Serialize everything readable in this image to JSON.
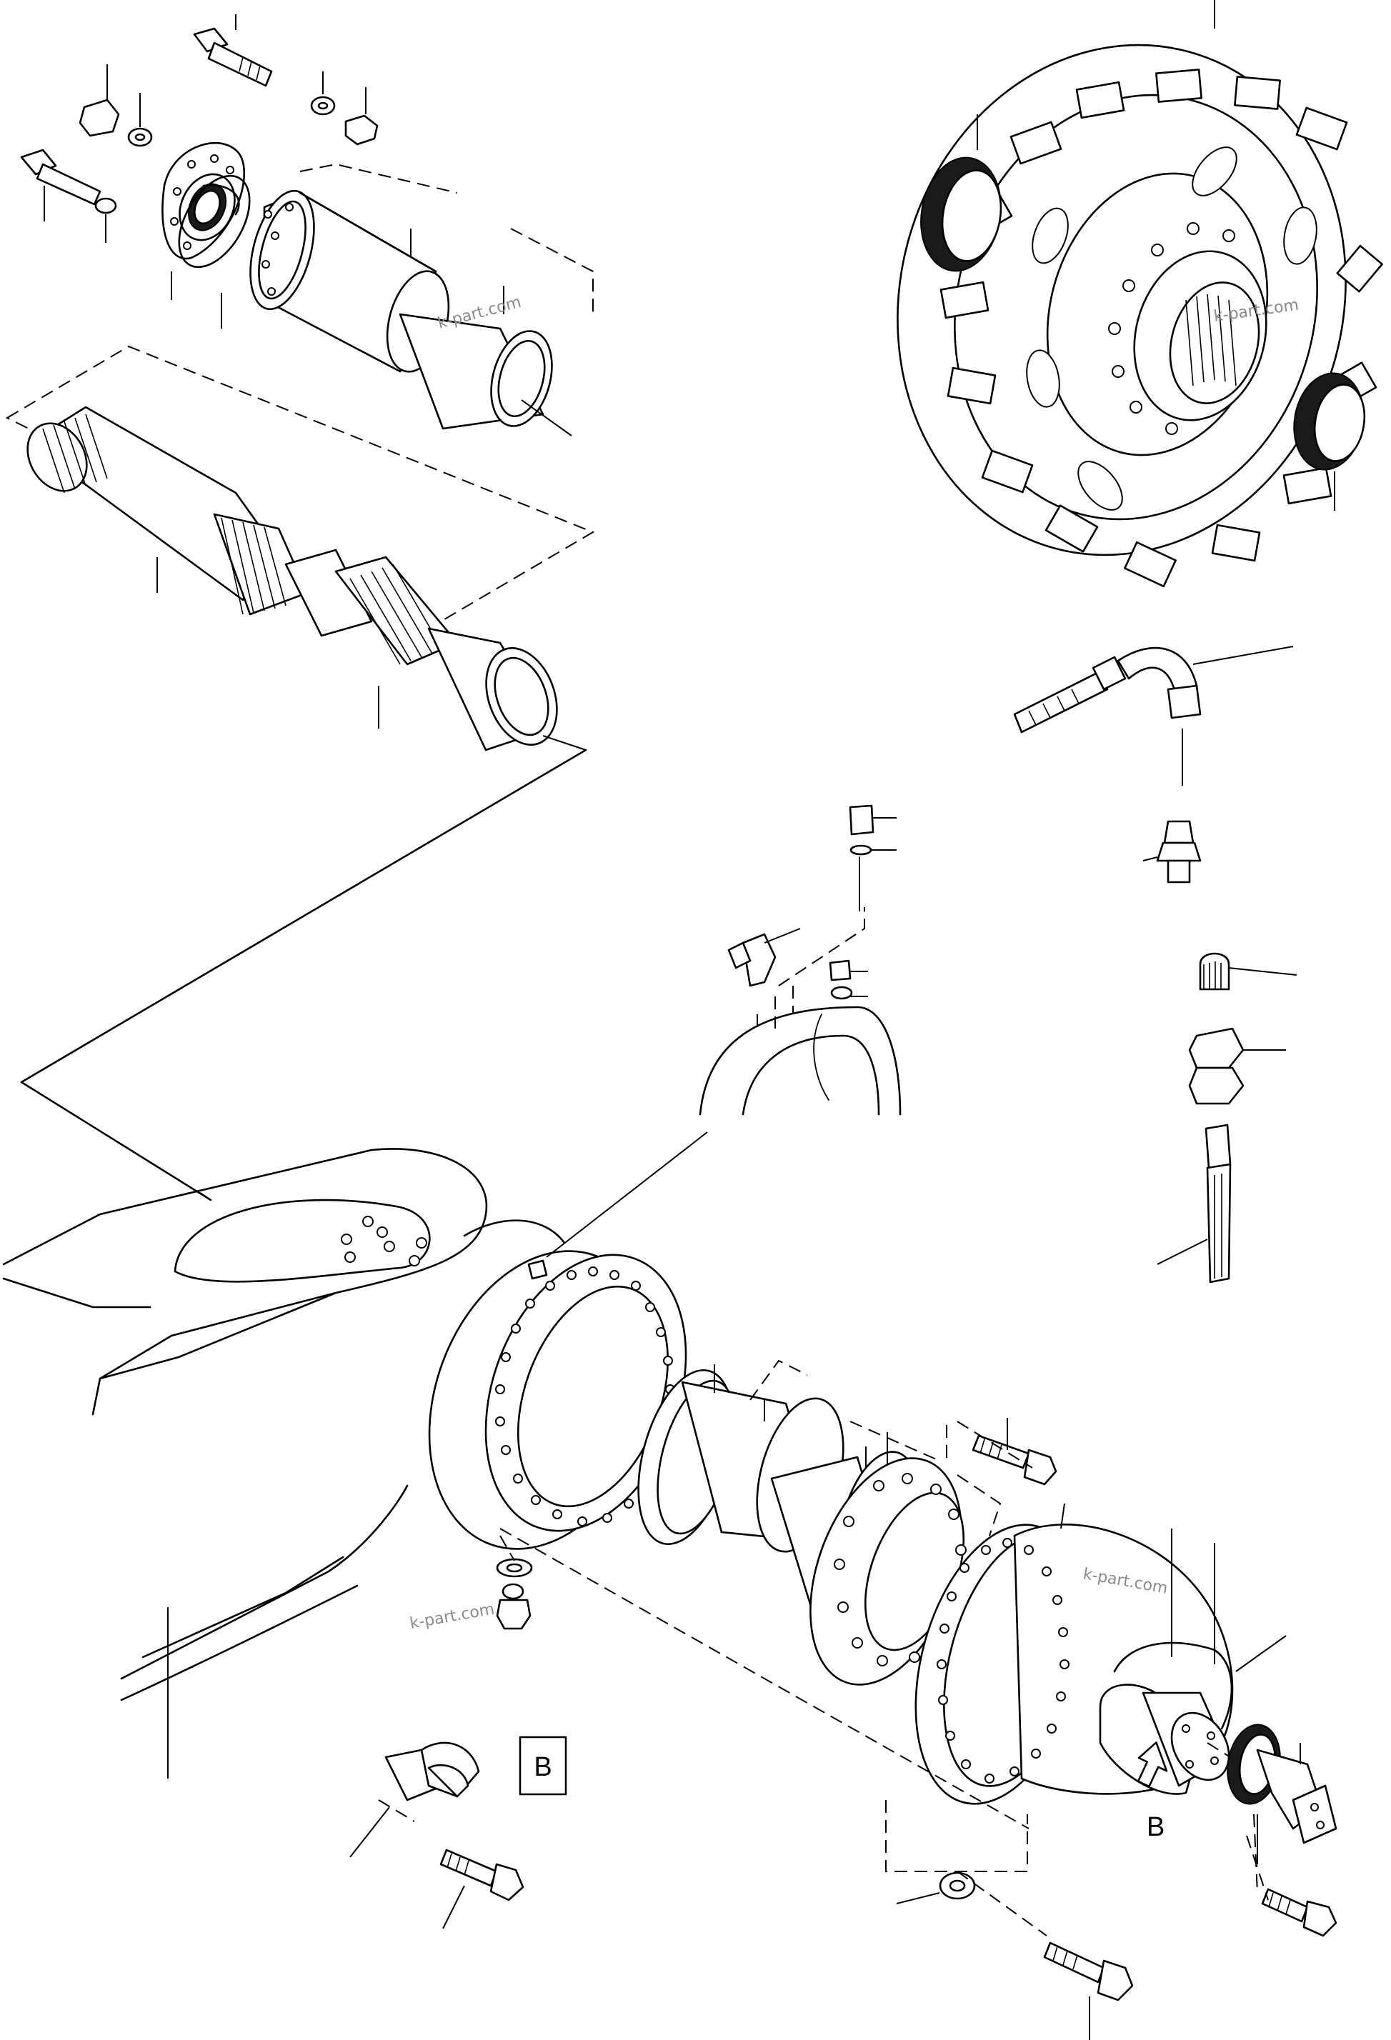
{
  "diagram": {
    "type": "exploded-parts-view",
    "watermarks": [
      "k-part.com",
      "k-part.com",
      "k-part.com",
      "k-part.com"
    ],
    "view_box_label": "B",
    "view_arrow_label": "B"
  }
}
